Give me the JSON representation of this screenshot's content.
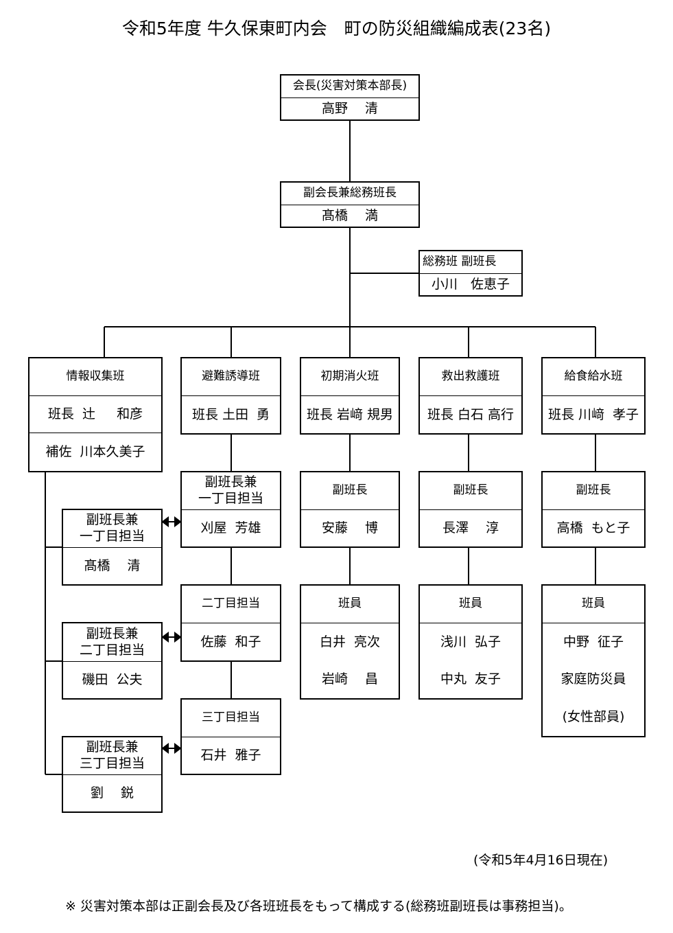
{
  "title": "令和5年度 牛久保東町内会　町の防災組織編成表(23名)",
  "chairman": {
    "role": "会長(災害対策本部長)",
    "name": "高野　 清"
  },
  "vice_chairman": {
    "role": "副会長兼総務班長",
    "name": "髙橋　 満"
  },
  "general_vice": {
    "role": "総務班 副班長",
    "name": "小川　佐恵子"
  },
  "teams": [
    {
      "name": "情報収集班",
      "leader": "班長  辻　  和彦",
      "assistant": "補佐  川本久美子"
    },
    {
      "name": "避難誘導班",
      "leader": "班長 土田  勇"
    },
    {
      "name": "初期消火班",
      "leader": "班長 岩﨑 規男"
    },
    {
      "name": "救出救護班",
      "leader": "班長 白石 高行"
    },
    {
      "name": "給食給水班",
      "leader": "班長 川﨑  孝子"
    }
  ],
  "evac": [
    {
      "role": "副班長兼\n一丁目担当",
      "name": "刈屋  芳雄"
    },
    {
      "role": "二丁目担当",
      "name": "佐藤  和子"
    },
    {
      "role": "三丁目担当",
      "name": "石井  雅子"
    }
  ],
  "info_sub": [
    {
      "role": "副班長兼\n一丁目担当",
      "name": "髙橋　 清"
    },
    {
      "role": "副班長兼\n二丁目担当",
      "name": "磯田  公夫"
    },
    {
      "role": "副班長兼\n三丁目担当",
      "name": "劉　 鋭"
    }
  ],
  "fire": {
    "vice_role": "副班長",
    "vice_name": "安藤　 博",
    "member_role": "班員",
    "members": [
      "白井  亮次",
      "岩崎　 昌"
    ]
  },
  "rescue": {
    "vice_role": "副班長",
    "vice_name": "長澤　 淳",
    "member_role": "班員",
    "members": [
      "浅川  弘子",
      "中丸  友子"
    ]
  },
  "food": {
    "vice_role": "副班長",
    "vice_name": "高橋  もと子",
    "member_role": "班員",
    "members": [
      "中野  征子",
      "家庭防災員",
      "(女性部員)"
    ]
  },
  "date": "(令和5年4月16日現在)",
  "note": "※ 災害対策本部は正副会長及び各班班長をもって構成する(総務班副班長は事務担当)。"
}
